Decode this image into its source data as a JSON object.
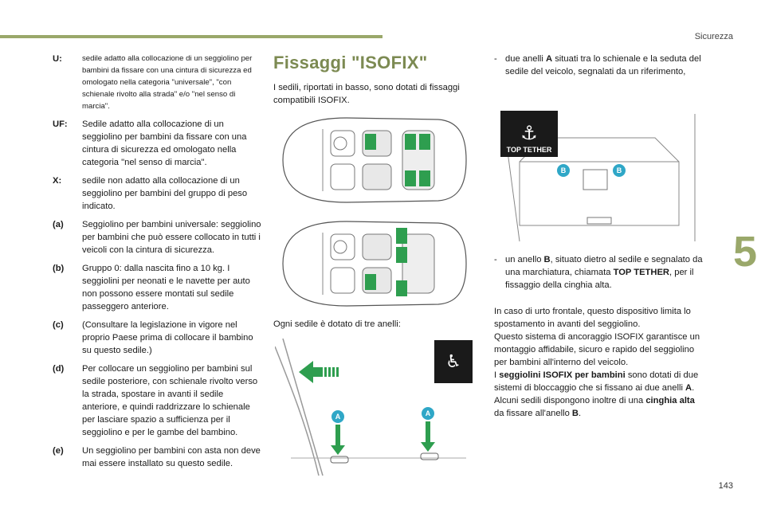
{
  "header": {
    "section": "Sicurezza",
    "chapter_number": "5",
    "page_number": "143"
  },
  "col1": {
    "defs": [
      {
        "key": "U:",
        "small": true,
        "text": "sedile adatto alla collocazione di un seggiolino per bambini da fissare con una cintura di sicurezza ed omologato nella categoria \"universale\", \"con schienale rivolto alla strada\" e/o \"nel senso di marcia\"."
      },
      {
        "key": "UF:",
        "small": false,
        "text": "Sedile adatto alla collocazione di un seggiolino per bambini da fissare con una cintura di sicurezza ed omologato nella categoria \"nel senso di marcia\"."
      },
      {
        "key": "X:",
        "small": false,
        "text": "sedile non adatto alla collocazione di un seggiolino per bambini del gruppo di peso indicato."
      },
      {
        "key": "(a)",
        "small": false,
        "text": "Seggiolino per bambini universale: seggiolino per bambini che può essere collocato in tutti i veicoli con la cintura di sicurezza."
      },
      {
        "key": "(b)",
        "small": false,
        "text": "Gruppo 0: dalla nascita fino a 10 kg. I seggiolini per neonati e le navette per auto non possono essere montati sul sedile passeggero anteriore."
      },
      {
        "key": "(c)",
        "small": false,
        "text": "(Consultare la legislazione in vigore nel proprio Paese prima di collocare il bambino su questo sedile.)"
      },
      {
        "key": "(d)",
        "small": false,
        "text": "Per collocare un seggiolino per bambini sul sedile posteriore, con schienale rivolto verso la strada, spostare in avanti il sedile anteriore, e quindi raddrizzare lo schienale per lasciare spazio a sufficienza per il seggiolino e per le gambe del bambino."
      },
      {
        "key": "(e)",
        "small": false,
        "text": "Un seggiolino per bambini con asta non deve mai essere installato su questo sedile."
      }
    ]
  },
  "col2": {
    "title": "Fissaggi \"ISOFIX\"",
    "intro": "I sedili, riportati in basso, sono dotati di fissaggi compatibili ISOFIX.",
    "rings_text": "Ogni sedile è dotato di tre anelli:"
  },
  "col3": {
    "bullet1_pre": "due anelli ",
    "bullet1_bold": "A",
    "bullet1_post": " situati tra lo schienale e la seduta del sedile del veicolo, segnalati da un riferimento,",
    "bullet2_pre": "un anello ",
    "bullet2_bold": "B",
    "bullet2_mid": ", situato dietro al sedile e segnalato da una marchiatura, chiamata ",
    "bullet2_bold2": "TOP TETHER",
    "bullet2_post": ", per il fissaggio della cinghia alta.",
    "para1": "In caso di urto frontale, questo dispositivo limita lo spostamento in avanti del seggiolino.",
    "para2": "Questo sistema di ancoraggio ISOFIX garantisce un montaggio affidabile, sicuro e rapido del seggiolino per bambini all'interno del veicolo.",
    "para3_pre": "I ",
    "para3_bold": "seggiolini ISOFIX per bambini",
    "para3_mid": " sono dotati di due sistemi di bloccaggio che si fissano ai due anelli ",
    "para3_bold2": "A",
    "para3_post": ".",
    "para4_pre": "Alcuni sedili dispongono inoltre di una ",
    "para4_bold": "cinghia alta",
    "para4_mid": " da fissare all'anello ",
    "para4_bold2": "B",
    "para4_post": "."
  },
  "figures": {
    "label_a": "A",
    "label_b": "B",
    "top_tether": "TOP TETHER"
  },
  "colors": {
    "accent": "#9aa86a",
    "marker": "#2fa7c7",
    "arrow": "#2e9e4f"
  }
}
